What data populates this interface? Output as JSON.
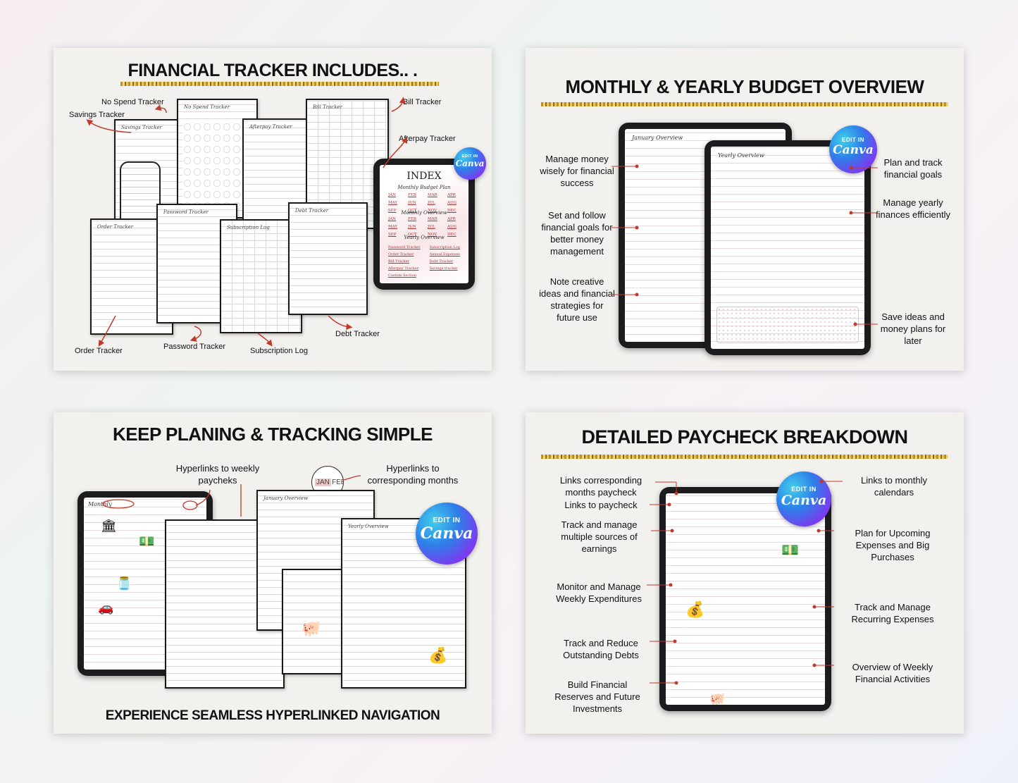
{
  "panel1": {
    "title": "FINANCIAL TRACKER INCLUDES.. .",
    "labels": {
      "no_spend": "No Spend Tracker",
      "savings": "Savings Tracker",
      "bill": "Bill Tracker",
      "afterpay": "Afterpay Tracker",
      "order": "Order Tracker",
      "password": "Password Tracker",
      "subscription": "Subscription Log",
      "debt": "Debt Tracker"
    },
    "index": {
      "title": "INDEX",
      "subtitle1": "Monthly Budget Plan",
      "subtitle2": "Monthly Overview",
      "subtitle3": "Yearly Overview",
      "months": [
        "JAN",
        "FEB",
        "MAR",
        "APR",
        "MAY",
        "JUN",
        "JUL",
        "AUG",
        "SEP",
        "OCT",
        "NOV",
        "DEC"
      ],
      "links_left": [
        "Password Tracker",
        "Order Tracker",
        "Bill Tracker",
        "Afterpay Tracker",
        "Custom Section"
      ],
      "links_right": [
        "Subscription Log",
        "Annual Expenses",
        "Debt Tracker",
        "Savings tracker"
      ]
    },
    "canva_edit": "EDIT IN",
    "canva_brand": "Canva"
  },
  "panel2": {
    "title": "MONTHLY & YEARLY BUDGET OVERVIEW",
    "left_labels": [
      "Manage money wisely for financial success",
      "Set and follow financial goals for better money management",
      "Note creative ideas and financial strategies for future use"
    ],
    "right_labels": [
      "Plan and track financial goals",
      "Manage yearly finances efficiently",
      "Save ideas and money plans for later"
    ],
    "back_tablet_title": "January Overview",
    "front_tablet_title": "Yearly Overview",
    "canva_edit": "EDIT IN",
    "canva_brand": "Canva"
  },
  "panel3": {
    "title": "KEEP PLANING & TRACKING SIMPLE",
    "subtitle": "EXPERIENCE SEAMLESS HYPERLINKED NAVIGATION",
    "label_weekly": "Hyperlinks to weekly paycheks",
    "label_months": "Hyperlinks to corresponding months",
    "zoom_jan": "JAN",
    "zoom_feb": "FEB",
    "tablet_title": "Monthly",
    "page1_title": "January Overview",
    "page2_title": "Yearly Overview",
    "canva_edit": "EDIT IN",
    "canva_brand": "Canva"
  },
  "panel4": {
    "title": "DETAILED PAYCHECK BREAKDOWN",
    "left_labels": [
      "Links corresponding months paycheck",
      "Links to paycheck",
      "Track and manage multiple sources of earnings",
      "Monitor and Manage Weekly Expenditures",
      "Track and Reduce Outstanding Debts",
      "Build Financial Reserves and Future Investments"
    ],
    "right_labels": [
      "Links to monthly calendars",
      "Plan for Upcoming Expenses and Big Purchases",
      "Track and Manage Recurring Expenses",
      "Overview of Weekly Financial Activities"
    ],
    "canva_edit": "EDIT IN",
    "canva_brand": "Canva"
  },
  "colors": {
    "accent_red": "#c0392b",
    "gold": "#d4af37",
    "canva_gradient_start": "#3fd0ec",
    "canva_gradient_end": "#8a2be2"
  }
}
